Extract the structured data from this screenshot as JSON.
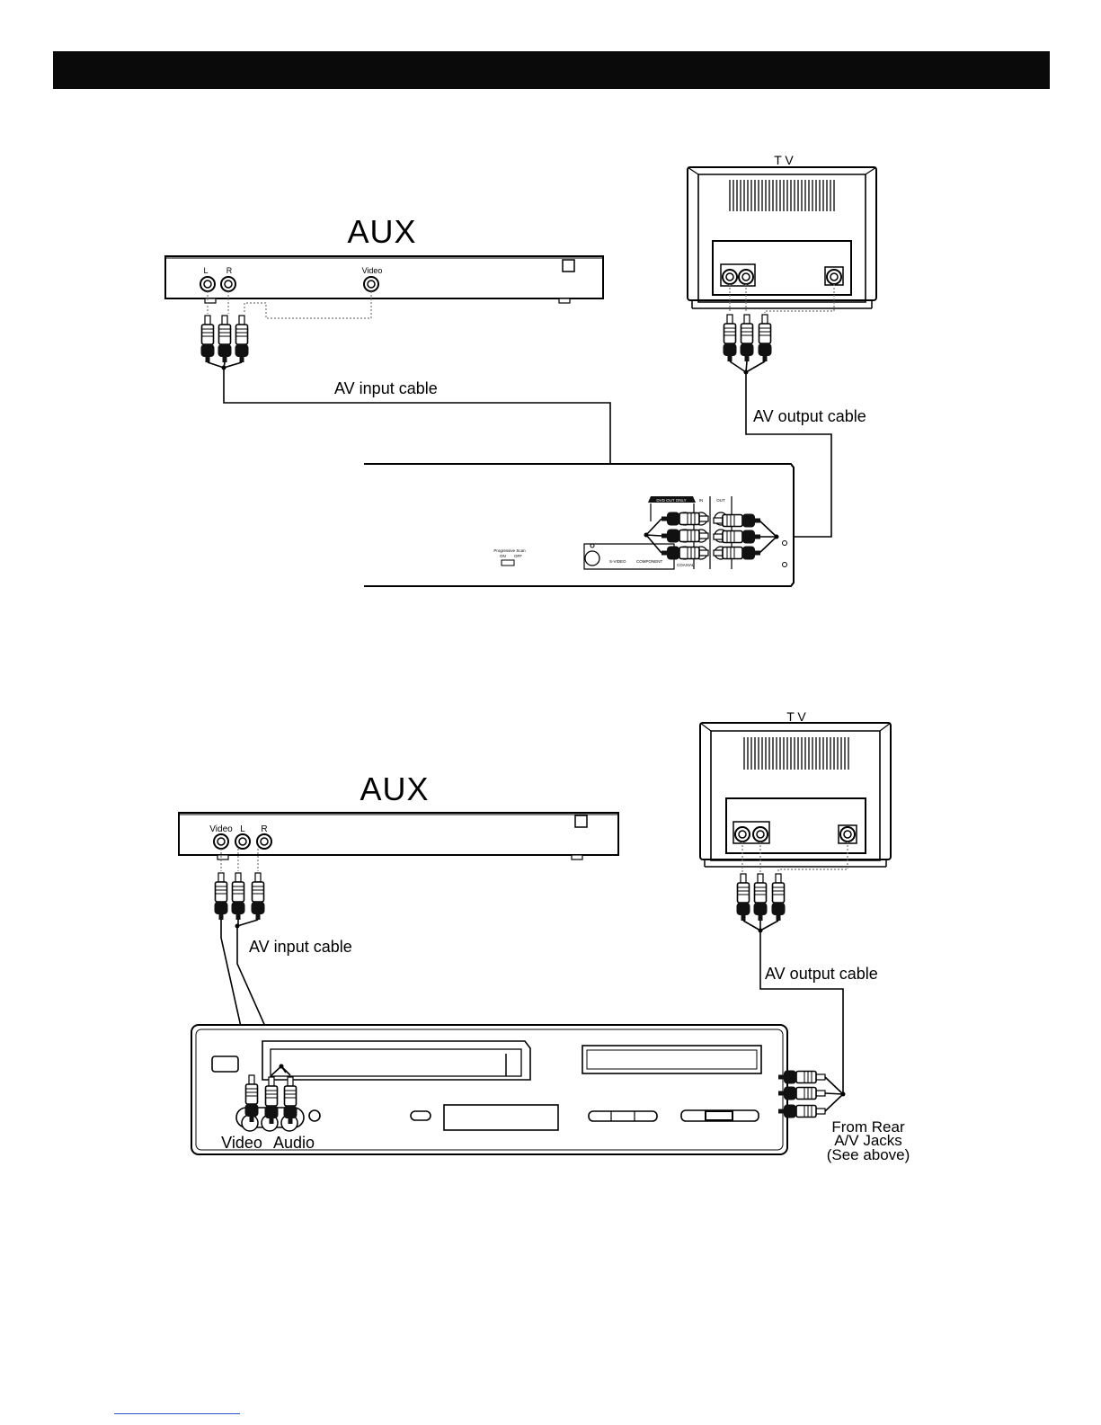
{
  "top": {
    "aux": {
      "title": "AUX",
      "jacks": [
        "L",
        "R",
        "Video"
      ]
    },
    "tv": {
      "label": "T V"
    },
    "input_cable": "AV input cable",
    "output_cable": "AV output cable",
    "dvd_panel": {
      "section_dvd_out": "DVD OUT ONLY",
      "section_in": "IN",
      "section_out": "OUT",
      "progressive_scan": "Progressive Scan",
      "prog_on": "ON",
      "prog_off": "OFF",
      "svideo": "S-VIDEO",
      "component": "COMPONENT",
      "coaxial": "COAXIAL"
    }
  },
  "bottom": {
    "aux": {
      "title": "AUX",
      "jacks": [
        "Video",
        "L",
        "R"
      ]
    },
    "tv": {
      "label": "T V"
    },
    "input_cable": "AV input cable",
    "output_cable": "AV output cable",
    "front_jacks": {
      "video": "Video",
      "audio": "Audio"
    },
    "rear_note": [
      "From Rear",
      "A/V Jacks",
      "(See above)"
    ]
  }
}
